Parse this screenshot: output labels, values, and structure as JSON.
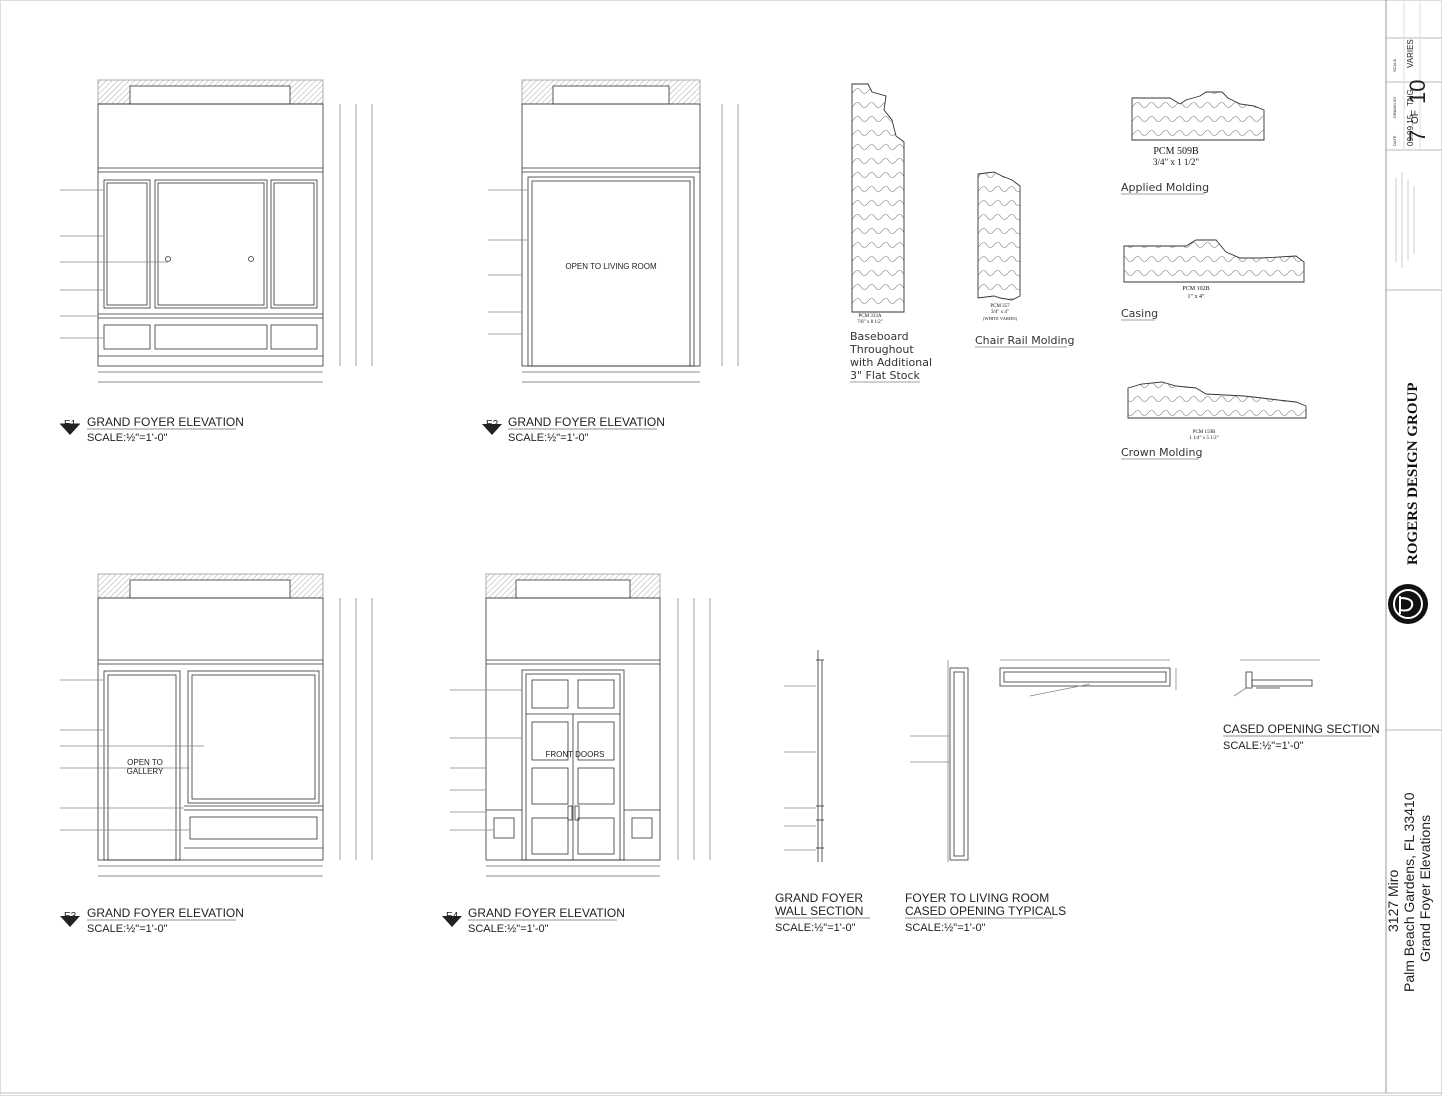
{
  "drawings": {
    "e1": {
      "tag": "E1",
      "title": "GRAND FOYER  ELEVATION",
      "scale": "SCALE:½\"=1'-0\""
    },
    "e2": {
      "tag": "E2",
      "title": "GRAND FOYER  ELEVATION",
      "scale": "SCALE:½\"=1'-0\"",
      "opening_label": "OPEN TO LIVING ROOM"
    },
    "e3": {
      "tag": "E3",
      "title": "GRAND FOYER  ELEVATION",
      "scale": "SCALE:½\"=1'-0\"",
      "opening_label_1": "OPEN TO",
      "opening_label_2": "GALLERY"
    },
    "e4": {
      "tag": "E4",
      "title": "GRAND FOYER  ELEVATION",
      "scale": "SCALE:½\"=1'-0\"",
      "door_label": "FRONT DOORS"
    },
    "wall_section": {
      "title_1": "GRAND FOYER",
      "title_2": "WALL SECTION",
      "scale": "SCALE:½\"=1'-0\""
    },
    "cased_typicals": {
      "title_1": "FOYER TO LIVING ROOM",
      "title_2": "CASED OPENING TYPICALS",
      "scale": "SCALE:½\"=1'-0\""
    },
    "cased_section": {
      "title": "CASED OPENING SECTION",
      "scale": "SCALE:½\"=1'-0\""
    }
  },
  "moldings": {
    "baseboard": {
      "code": "PCM 333A",
      "size": "7/8\" x 8 1/2\"",
      "caption_1": "Baseboard",
      "caption_2": "Throughout",
      "caption_3": "with Additional",
      "caption_4": "3\" Flat Stock"
    },
    "chair_rail": {
      "code": "PCM 357",
      "size": "3/4\" x 4\"",
      "note": "(WHITE VARIES)",
      "caption": "Chair Rail Molding"
    },
    "applied": {
      "code": "PCM 509B",
      "size": "3/4\" x 1 1/2\"",
      "caption": "Applied Molding"
    },
    "casing": {
      "code": "PCM 102B",
      "size": "1\" x 4\"",
      "caption": "Casing"
    },
    "crown": {
      "code": "PCM 159B",
      "size": "1 1/4\" x 5 1/2\"",
      "caption": "Crown Molding"
    }
  },
  "title_block": {
    "company": "ROGERS DESIGN GROUP",
    "project_line_1": "3127 Miro",
    "project_line_2": "Palm Beach Gardens, FL 33410",
    "project_line_3": "Grand Foyer Elevations",
    "sheet_number": "7",
    "sheet_total": "10",
    "sheet_of": "OF",
    "scale_value": "VARIES",
    "drawn_by": "TNG",
    "date": "09.09.15",
    "scale_label": "SCALE",
    "drawn_label": "DRAWN BY",
    "date_label": "DATE"
  },
  "colors": {
    "line": "#333333",
    "light": "#888888",
    "hatch": "#bbbbbb"
  }
}
